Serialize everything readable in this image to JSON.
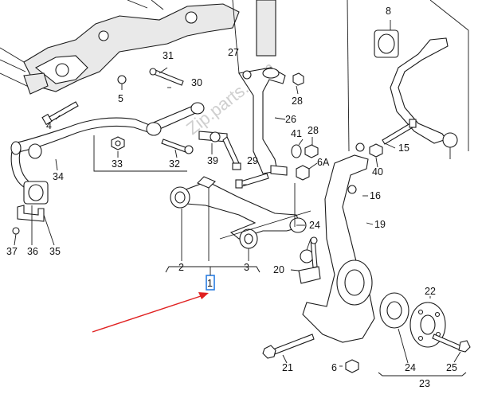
{
  "watermark": "Zip.parts.com",
  "labels": {
    "l1": "1",
    "l2": "2",
    "l3": "3",
    "l4": "4",
    "l5": "5",
    "l6": "6",
    "l6a": "6A",
    "l8": "8",
    "l15": "15",
    "l16": "16",
    "l19": "19",
    "l20": "20",
    "l21": "21",
    "l22": "22",
    "l23": "23",
    "l24a": "24",
    "l24b": "24",
    "l25": "25",
    "l26": "26",
    "l27": "27",
    "l28a": "28",
    "l28b": "28",
    "l29": "29",
    "l30": "30",
    "l31": "31",
    "l32": "32",
    "l33": "33",
    "l34": "34",
    "l35": "35",
    "l36": "36",
    "l37": "37",
    "l39": "39",
    "l40": "40",
    "l41": "41"
  },
  "colors": {
    "arrow": "#e02020",
    "highlight": "#2a7de1",
    "ink": "#1a1a1a"
  }
}
